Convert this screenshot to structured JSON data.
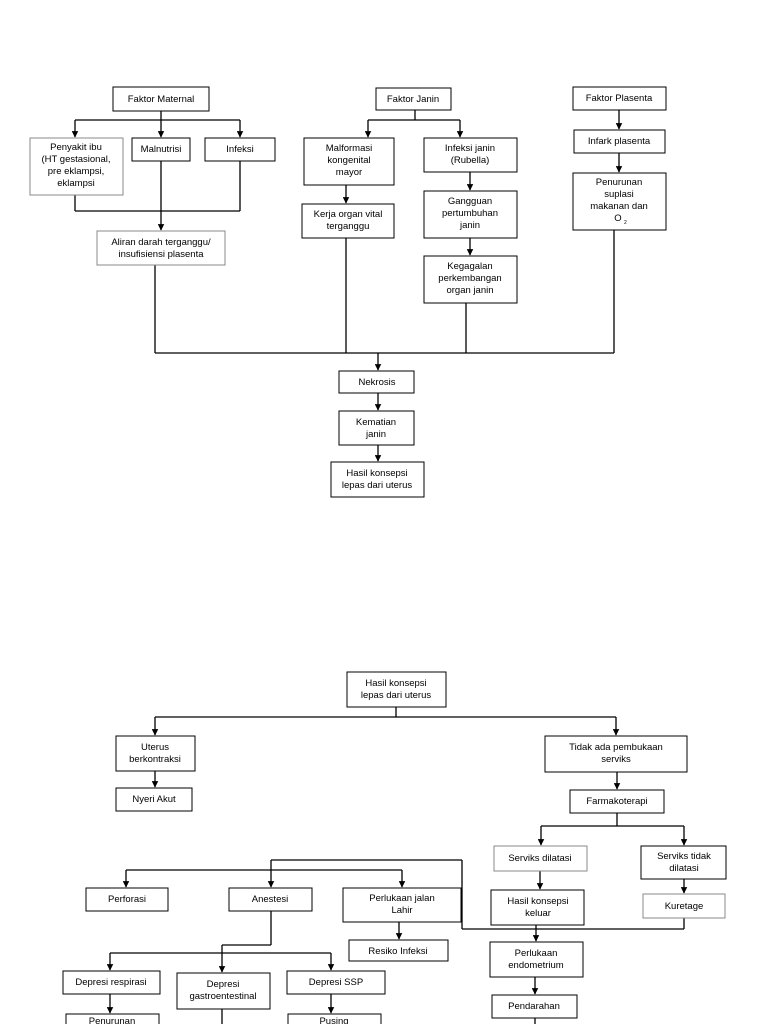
{
  "diagram1": {
    "faktor_maternal": "Faktor Maternal",
    "faktor_janin": "Faktor Janin",
    "faktor_plasenta": "Faktor Plasenta",
    "penyakit_ibu": [
      "Penyakit ibu",
      "(HT gestasional,",
      "pre eklampsi,",
      "eklampsi"
    ],
    "malnutrisi": "Malnutrisi",
    "infeksi": "Infeksi",
    "aliran_darah": [
      "Aliran darah terganggu/",
      "insufisiensi plasenta"
    ],
    "malformasi": [
      "Malformasi",
      "kongenital",
      "mayor"
    ],
    "kerja_organ": [
      "Kerja organ vital",
      "terganggu"
    ],
    "infeksi_janin": [
      "Infeksi janin",
      "(Rubella)"
    ],
    "gangguan": [
      "Gangguan",
      "pertumbuhan",
      "janin"
    ],
    "kegagalan": [
      "Kegagalan",
      "perkembangan",
      "organ janin"
    ],
    "infark": "Infark plasenta",
    "penurunan_suplai": [
      "Penurunan",
      "suplasi",
      "makanan dan",
      "O"
    ],
    "penurunan_suplai_sub": "2",
    "nekrosis": "Nekrosis",
    "kematian": [
      "Kematian",
      "janin"
    ],
    "hasil_lepas": [
      "Hasil konsepsi",
      "lepas dari uterus"
    ]
  },
  "diagram2": {
    "hasil_lepas": [
      "Hasil konsepsi",
      "lepas dari uterus"
    ],
    "uterus": [
      "Uterus",
      "berkontraksi"
    ],
    "nyeri": "Nyeri Akut",
    "tidak_ada": [
      "Tidak ada pembukaan",
      "serviks"
    ],
    "farmakoterapi": "Farmakoterapi",
    "serviks_dilatasi": "Serviks dilatasi",
    "serviks_tidak": [
      "Serviks tidak",
      "dilatasi"
    ],
    "hasil_keluar": [
      "Hasil konsepsi",
      "keluar"
    ],
    "kuretage": "Kuretage",
    "perforasi": "Perforasi",
    "anestesi": "Anestesi",
    "perlukaan_jalan": [
      "Perlukaan jalan",
      "Lahir"
    ],
    "resiko_infeksi": "Resiko Infeksi",
    "perlukaan_endo": [
      "Perlukaan",
      "endometrium"
    ],
    "pendarahan": "Pendarahan",
    "depresi_resp": "Depresi respirasi",
    "depresi_gastro": [
      "Depresi",
      "gastroentestinal"
    ],
    "depresi_ssp": "Depresi SSP",
    "penurunan": "Penurunan",
    "pusing": "Pusing"
  }
}
